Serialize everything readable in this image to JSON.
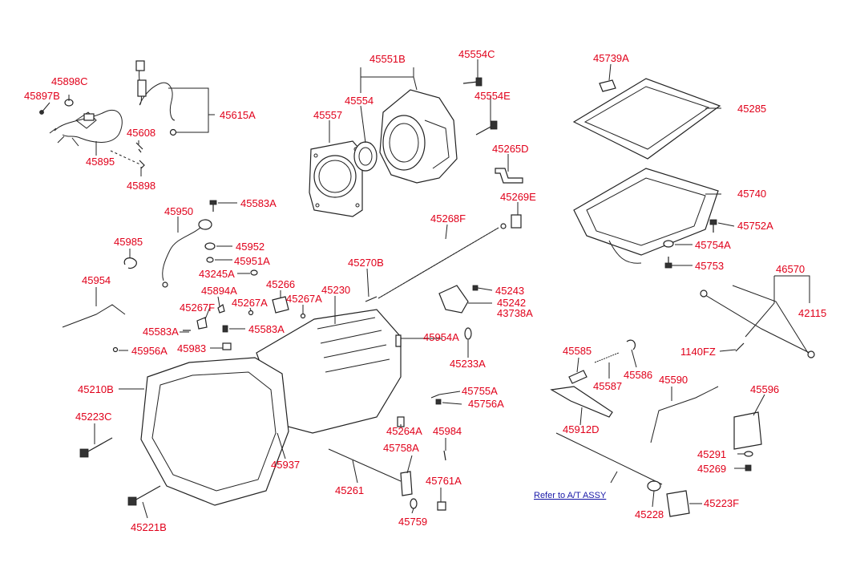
{
  "labels": {
    "l45898C": "45898C",
    "l45897B": "45897B",
    "l45895": "45895",
    "l45608": "45608",
    "l45898": "45898",
    "l45615A": "45615A",
    "l45551B": "45551B",
    "l45554C": "45554C",
    "l45554E": "45554E",
    "l45554": "45554",
    "l45557": "45557",
    "l45265D": "45265D",
    "l45269E": "45269E",
    "l45739A": "45739A",
    "l45285": "45285",
    "l45740": "45740",
    "l45752A": "45752A",
    "l45754A": "45754A",
    "l45753": "45753",
    "l45950": "45950",
    "l45583A_1": "45583A",
    "l45952": "45952",
    "l45951A": "45951A",
    "l43245A": "43245A",
    "l45985": "45985",
    "l45954": "45954",
    "l45894A": "45894A",
    "l45267F": "45267F",
    "l45583A_2": "45583A",
    "l45583A_3": "45583A",
    "l45956A": "45956A",
    "l45983": "45983",
    "l45266": "45266",
    "l45267A_1": "45267A",
    "l45267A_2": "45267A",
    "l45270B": "45270B",
    "l45268F": "45268F",
    "l45230": "45230",
    "l45243": "45243",
    "l45242": "45242",
    "l43738A": "43738A",
    "l45954A": "45954A",
    "l45233A": "45233A",
    "l45210B": "45210B",
    "l45223C": "45223C",
    "l45937": "45937",
    "l45221B": "45221B",
    "l45755A": "45755A",
    "l45756A": "45756A",
    "l45264A": "45264A",
    "l45984": "45984",
    "l45758A": "45758A",
    "l45261": "45261",
    "l45761A": "45761A",
    "l45759": "45759",
    "l46570": "46570",
    "l42115": "42115",
    "l1140FZ": "1140FZ",
    "l45585": "45585",
    "l45587": "45587",
    "l45586": "45586",
    "l45590": "45590",
    "l45596": "45596",
    "l45912D": "45912D",
    "l45291": "45291",
    "l45269": "45269",
    "l45228": "45228",
    "l45223F": "45223F",
    "refer": "Refer to A/T ASSY"
  },
  "colors": {
    "label": "#e0001a",
    "line": "#222222",
    "link": "#1a1aa8"
  }
}
